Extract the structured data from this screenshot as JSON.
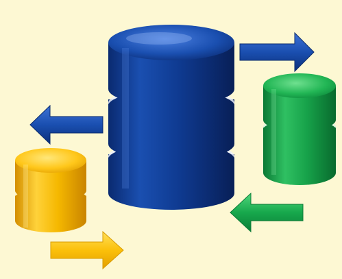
{
  "colors": {
    "background": "#fdf8d3",
    "blue": "#0e3a8f",
    "green": "#13a24a",
    "yellow": "#f3b800"
  },
  "items": [
    {
      "name": "database-large",
      "icon": "database-icon",
      "color": "blue",
      "tiers": 3
    },
    {
      "name": "database-green",
      "icon": "database-icon",
      "color": "green",
      "tiers": 2
    },
    {
      "name": "database-yellow",
      "icon": "database-icon",
      "color": "yellow",
      "tiers": 2
    }
  ],
  "arrows": [
    {
      "name": "arrow-right-blue",
      "icon": "arrow-right-icon",
      "color": "blue"
    },
    {
      "name": "arrow-left-blue",
      "icon": "arrow-left-icon",
      "color": "blue"
    },
    {
      "name": "arrow-left-green",
      "icon": "arrow-left-icon",
      "color": "green"
    },
    {
      "name": "arrow-right-yellow",
      "icon": "arrow-right-icon",
      "color": "yellow"
    }
  ]
}
